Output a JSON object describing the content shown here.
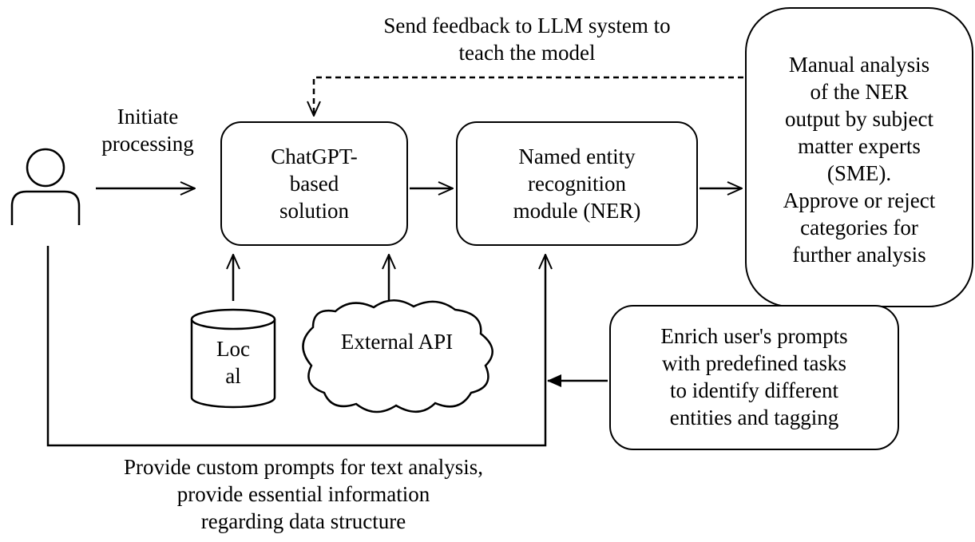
{
  "nodes": {
    "user": {
      "label": ""
    },
    "chatgpt": {
      "label": "ChatGPT-\nbased\nsolution"
    },
    "ner": {
      "label": "Named entity\nrecognition\nmodule (NER)"
    },
    "sme": {
      "label": "Manual analysis\nof the NER\noutput by subject\nmatter experts\n(SME).\nApprove or reject\ncategories for\nfurther analysis"
    },
    "local_db": {
      "label": "Loc\nal"
    },
    "external_api": {
      "label": "External API"
    },
    "enrich": {
      "label": "Enrich user's prompts\nwith predefined tasks\nto identify different\nentities and tagging"
    }
  },
  "labels": {
    "feedback": "Send feedback to LLM system to\nteach the model",
    "initiate": "Initiate\nprocessing",
    "custom_prompts": "Provide custom prompts for text analysis,\nprovide essential information\nregarding data structure"
  },
  "colors": {
    "stroke": "#000000",
    "background": "#ffffff"
  }
}
